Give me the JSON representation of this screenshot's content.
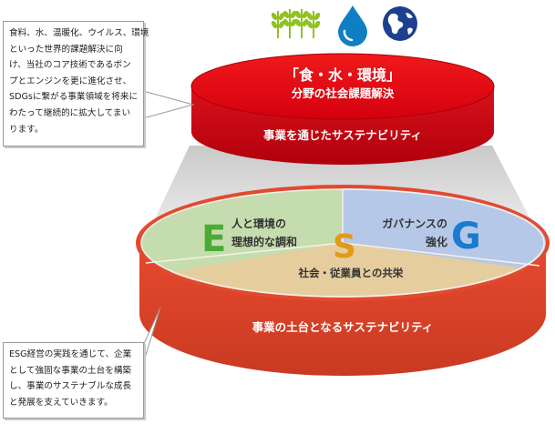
{
  "top_callout": {
    "lines": [
      "食料、水、温暖化、ウイルス、環境",
      "といった世界的課題解決に向",
      "け、当社のコア技術であるポン",
      "プとエンジンを更に進化させ、",
      "SDGsに繋がる事業領域を将来に",
      "わたって継続的に拡大してまい",
      "ります。"
    ]
  },
  "bottom_callout": {
    "lines": [
      "ESG経営の実践を通じて、企業",
      "として強固な事業の土台を構築",
      "し、事業のサステナブルな成長",
      "と発展を支えていきます。"
    ]
  },
  "icons": [
    "wheat-icon",
    "water-drop-icon",
    "earth-globe-icon"
  ],
  "upper_disc": {
    "title": "「食・水・環境」",
    "subtitle": "分野の社会課題解決",
    "band_label": "事業を通じたサステナビリティ"
  },
  "lower_disc": {
    "band_label": "事業の土台となるサステナビリティ",
    "e_letter": "E",
    "e_label_line1": "人と環境の",
    "e_label_line2": "理想的な調和",
    "s_letter": "S",
    "s_label": "社会・従業員との共栄",
    "g_letter": "G",
    "g_label_line1": "ガバナンスの",
    "g_label_line2": "強化"
  },
  "colors": {
    "red_top": "#e60012",
    "red_dark": "#b5000c",
    "red_side": "#d7261b",
    "lower_red": "#e03a24",
    "lower_red_dark": "#c02a17",
    "green": "#8fc31f",
    "blue": "#0068b7",
    "e_color": "#4caa36",
    "s_color": "#e39a18",
    "g_color": "#1a7bd0",
    "e_fill": "#c7deb0",
    "g_fill": "#b7c9e8",
    "s_fill": "#e7cf9f"
  }
}
